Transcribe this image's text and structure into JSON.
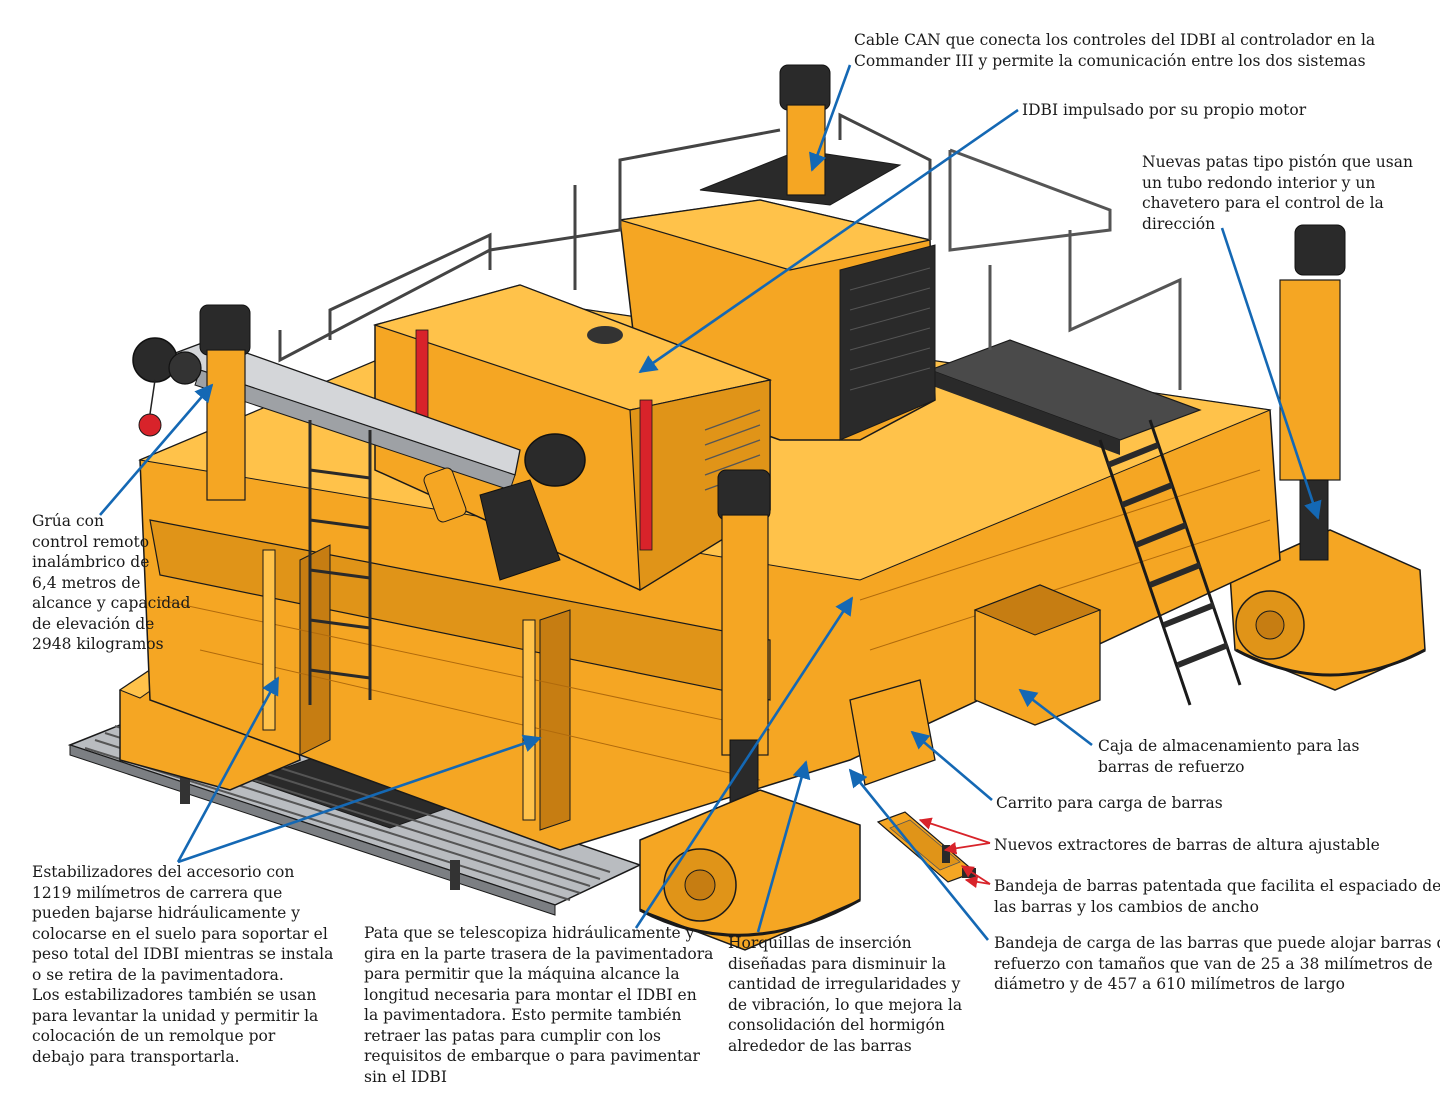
{
  "annotations": {
    "can_cable": {
      "lines": [
        "Cable CAN que conecta los controles del IDBI al controlador en la",
        "Commander III y permite la comunicación entre los dos sistemas"
      ]
    },
    "idbi_engine": {
      "lines": [
        "IDBI impulsado por su propio motor"
      ]
    },
    "piston_legs": {
      "lines": [
        "Nuevas patas tipo pistón que usan",
        "un tubo redondo interior y un",
        "chavetero para el control de la",
        "dirección"
      ]
    },
    "crane": {
      "lines": [
        "Grúa con",
        "control remoto",
        "inalámbrico de",
        "6,4 metros de",
        "alcance y capacidad",
        "de elevación de",
        "2948 kilogramos"
      ]
    },
    "storage_box": {
      "lines": [
        "Caja de almacenamiento para las",
        "barras de refuerzo"
      ]
    },
    "cart": {
      "lines": [
        "Carrito para carga de barras"
      ]
    },
    "extractors": {
      "lines": [
        "Nuevos extractores de barras de altura ajustable"
      ]
    },
    "patented_tray": {
      "lines": [
        "Bandeja de barras patentada que facilita el espaciado de",
        "las barras y los cambios de ancho"
      ]
    },
    "loading_tray": {
      "lines": [
        "Bandeja de carga de las barras que puede alojar barras de",
        "refuerzo con tamaños que van de 25 a 38 milímetros de",
        "diámetro y de 457 a 610 milímetros de largo"
      ]
    },
    "stabilizers": {
      "lines": [
        "Estabilizadores del accesorio con",
        "1219 milímetros de carrera que",
        "pueden bajarse hidráulicamente y",
        "colocarse en el suelo para soportar el",
        "peso total del IDBI mientras se instala",
        "o se retira de la pavimentadora.",
        "Los estabilizadores también se usan",
        "para levantar la unidad y permitir la",
        "colocación de un remolque por",
        "debajo para transportarla."
      ]
    },
    "telescoping_leg": {
      "lines": [
        "Pata que se telescopiza hidráulicamente y",
        "gira en la parte trasera de la pavimentadora",
        "para permitir que la máquina alcance la",
        "longitud necesaria para montar el IDBI en",
        "la pavimentadora. Esto permite también",
        "retraer las patas para cumplir con los",
        "requisitos de embarque o para pavimentar",
        "sin el IDBI"
      ]
    },
    "forks": {
      "lines": [
        "Horquillas de inserción",
        "diseñadas para disminuir la",
        "cantidad de irregularidades y",
        "de vibración, lo que mejora la",
        "consolidación del hormigón",
        "alrededor de las barras"
      ]
    }
  },
  "colors": {
    "machine_yellow": "#f5a623",
    "machine_shadow": "#c67d12",
    "machine_light": "#ffc24a",
    "outline": "#1a1a1a",
    "leader_blue": "#1468b4",
    "leader_red": "#d8232a",
    "rubber": "#222222",
    "steel_grey": "#b9bcc0"
  }
}
